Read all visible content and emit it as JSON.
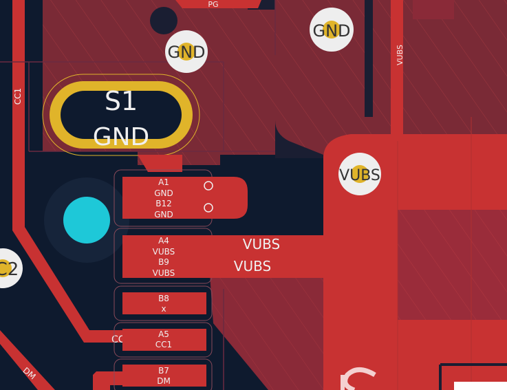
{
  "colors": {
    "background": "#0e1a2e",
    "copper": "#c83232",
    "copper_dark": "#8a2a38",
    "zone": "#7a2a36",
    "pad_gold": "#e0b42a",
    "via_ring": "#eeeeee",
    "via_cyan": "#1ec8d8",
    "silk": "#f0f0f0",
    "outline": "#6a2a40"
  },
  "labels": {
    "pg": "PG",
    "gnd_via_1": "GND",
    "gnd_via_2": "GND",
    "vubs_via": "VUBS",
    "vubs_track": "VUBS",
    "cc1_track": "CC1",
    "dm_track": "DM",
    "cc2_via": "C2",
    "cc_partial": "CC",
    "s1_ref": "S1",
    "s1_net": "GND",
    "vubs_trace_1": "VUBS",
    "vubs_trace_2": "VUBS"
  },
  "pads": [
    {
      "pin": "A1",
      "net": "GND"
    },
    {
      "pin": "B12",
      "net": "GND"
    },
    {
      "pin": "A4",
      "net": "VUBS"
    },
    {
      "pin": "B9",
      "net": "VUBS"
    },
    {
      "pin": "B8",
      "net": "x"
    },
    {
      "pin": "A5",
      "net": "CC1"
    },
    {
      "pin": "B7",
      "net": "DM"
    }
  ]
}
